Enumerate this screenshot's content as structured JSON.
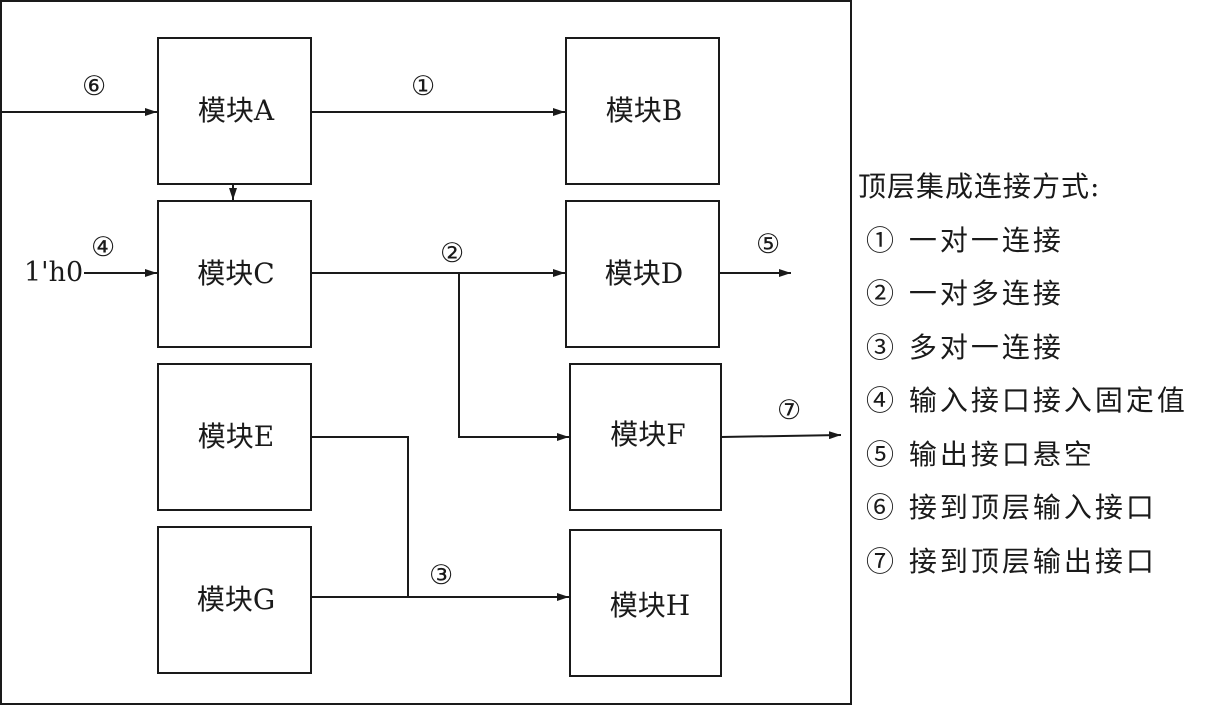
{
  "modules": [
    {
      "id": "A",
      "label": "模块A"
    },
    {
      "id": "B",
      "label": "模块B"
    },
    {
      "id": "C",
      "label": "模块C"
    },
    {
      "id": "D",
      "label": "模块D"
    },
    {
      "id": "E",
      "label": "模块E"
    },
    {
      "id": "F",
      "label": "模块F"
    },
    {
      "id": "G",
      "label": "模块G"
    },
    {
      "id": "H",
      "label": "模块H"
    }
  ],
  "connection_labels": {
    "one_to_one": "①",
    "one_to_many": "②",
    "many_to_one": "③",
    "fixed_input": "④",
    "floating_output": "⑤",
    "top_input": "⑥",
    "top_output": "⑦"
  },
  "fixed_value": "1'h0",
  "legend": {
    "title": "顶层集成连接方式:",
    "items": [
      "① 一对一连接",
      "② 一对多连接",
      "③ 多对一连接",
      "④ 输入接口接入固定值",
      "⑤ 输出接口悬空",
      "⑥ 接到顶层输入接口",
      "⑦ 接到顶层输出接口"
    ]
  }
}
